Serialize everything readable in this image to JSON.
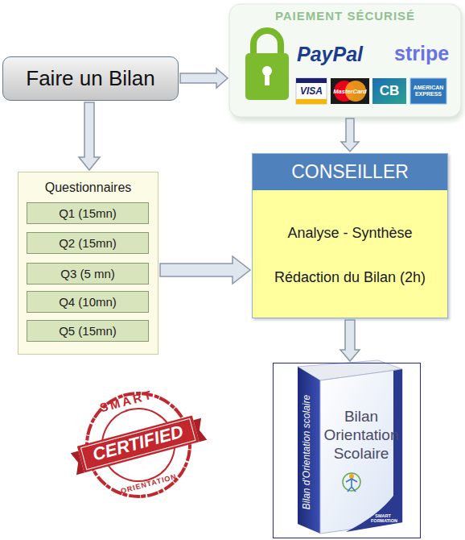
{
  "diagram": {
    "nodes": [
      {
        "text": [
          "Faire un Bilan"
        ]
      },
      {
        "text": [
          "PAIEMENT SÉCURISÉ",
          "PayPal",
          "stripe",
          "VISA",
          "MasterCard",
          "CB",
          "AMERICAN EXPRESS"
        ]
      },
      {
        "text": [
          "Questionnaires"
        ]
      },
      {
        "text": [
          "Q1 (15mn)"
        ],
        "in": 2
      },
      {
        "text": [
          "Q2 (15mn)"
        ],
        "in": 2
      },
      {
        "text": [
          "Q3 (5 mn)"
        ],
        "in": 2
      },
      {
        "text": [
          "Q4 (10mn)"
        ],
        "in": 2
      },
      {
        "text": [
          "Q5 (15mn)"
        ],
        "in": 2
      },
      {
        "text": [
          "CONSEILLER",
          "Analyse - Synthèse",
          "Rédaction du Bilan (2h)"
        ]
      },
      {
        "text": [
          "Bilan Orientation Scolaire",
          "Bilan d'Orientation scolaire",
          "SMART FORMATION"
        ]
      },
      {
        "text": [
          "SMART",
          "CERTIFIED",
          "ORIENTATION"
        ]
      }
    ],
    "edges": [
      {
        "from": 0,
        "to": 1,
        "arrow": "to"
      },
      {
        "from": 0,
        "to": 2,
        "arrow": "to"
      },
      {
        "from": 1,
        "to": 8,
        "arrow": "to"
      },
      {
        "from": 2,
        "to": 8,
        "arrow": "to"
      },
      {
        "from": 8,
        "to": 9,
        "arrow": "to"
      }
    ]
  }
}
